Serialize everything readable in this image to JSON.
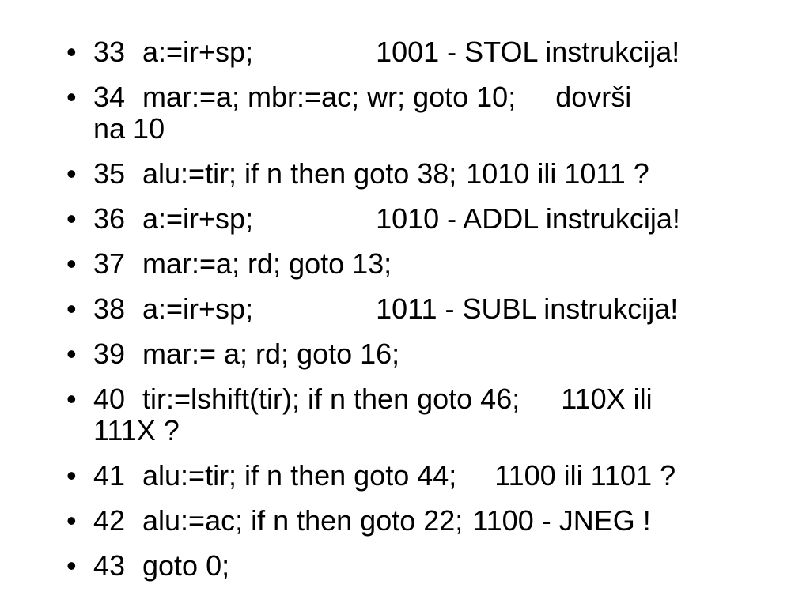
{
  "slide": {
    "items": [
      {
        "num": "33",
        "code": "a:=ir+sp;",
        "comment": "1001 - STOL instrukcija!",
        "gap": 155
      },
      {
        "num": "34",
        "code": "mar:=a; mbr:=ac; wr; goto 10;",
        "comment": "dovrši",
        "cont": "na 10",
        "gap": 50
      },
      {
        "num": "35",
        "code": "alu:=tir; if n then goto 38;",
        "comment": "1010 ili 1011 ?",
        "gap": 12
      },
      {
        "num": "36",
        "code": "a:=ir+sp;",
        "comment": "1010 - ADDL instrukcija!",
        "gap": 155
      },
      {
        "num": "37",
        "code": "mar:=a; rd; goto 13;",
        "comment": "",
        "gap": 0
      },
      {
        "num": "38",
        "code": "a:=ir+sp;",
        "comment": "1011 - SUBL instrukcija!",
        "gap": 155
      },
      {
        "num": "39",
        "code": "mar:= a; rd; goto 16;",
        "comment": "",
        "gap": 0
      },
      {
        "num": "40",
        "code": "tir:=lshift(tir); if n then goto 46;",
        "comment": "110X ili",
        "cont": "111X ?",
        "gap": 52
      },
      {
        "num": "41",
        "code": "alu:=tir; if n then goto 44;",
        "comment": "1100 ili 1101 ?",
        "gap": 48
      },
      {
        "num": "42",
        "code": "alu:=ac; if n then goto 22;",
        "comment": "1100 - JNEG !",
        "gap": 12
      },
      {
        "num": "43",
        "code": "goto 0;",
        "comment": "",
        "gap": 0
      }
    ]
  }
}
